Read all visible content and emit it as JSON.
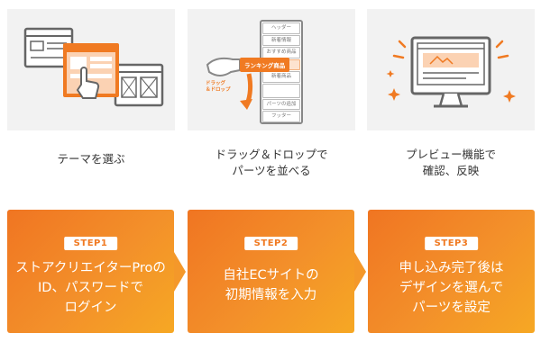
{
  "features": [
    {
      "caption": "テーマを選ぶ"
    },
    {
      "caption": "ドラッグ＆ドロップで\nパーツを並べる",
      "illustration": {
        "list_items": [
          "ヘッダー",
          "新着情報",
          "おすすめ商品",
          "",
          "新着商品",
          "",
          "パーツの追加",
          "フッター"
        ],
        "dragged_item": "ランキング商品",
        "drag_label": "ドラッグ\n＆ドロップ"
      }
    },
    {
      "caption": "プレビュー機能で\n確認、反映"
    }
  ],
  "steps": [
    {
      "badge": "STEP1",
      "text": "ストアクリエイターProの\nID、パスワードで\nログイン"
    },
    {
      "badge": "STEP2",
      "text": "自社ECサイトの\n初期情報を入力"
    },
    {
      "badge": "STEP3",
      "text": "申し込み完了後は\nデザインを選んで\nパーツを設定"
    }
  ],
  "colors": {
    "accent": "#f07a22",
    "accent_end": "#f6a824",
    "panel_bg": "#f2f2f2"
  }
}
